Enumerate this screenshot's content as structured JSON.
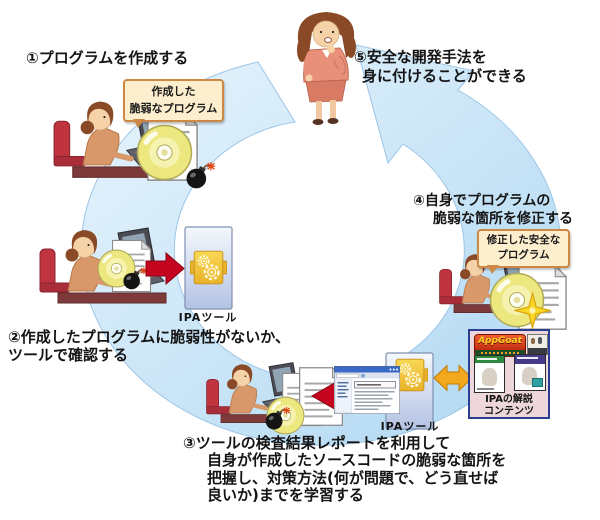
{
  "steps": {
    "s1": {
      "label": "①プログラムを作成する"
    },
    "s2": {
      "line1": "②作成したプログラムに脆弱性がないか、",
      "line2": "ツールで確認する"
    },
    "s3": {
      "line1": "③ツールの検査結果レポートを利用して",
      "line2": "自身が作成したソースコードの脆弱な箇所を",
      "line3": "把握し、対策方法(何が問題で、どう直せば",
      "line4": "良いか)までを学習する"
    },
    "s4": {
      "line1": "④自身でプログラムの",
      "line2": "脆弱な箇所を修正する"
    },
    "s5": {
      "line1": "⑤安全な開発手法を",
      "line2": "身に付けることができる"
    }
  },
  "bubbles": {
    "created": {
      "line1": "作成した",
      "line2": "脆弱なプログラム"
    },
    "fixed": {
      "line1": "修正した安全な",
      "line2": "プログラム"
    }
  },
  "tools": {
    "left_label": "IPAツール",
    "bottom_label": "IPAツール"
  },
  "appgoat": {
    "logo": "AppGoat",
    "caption_line1": "IPAの解説",
    "caption_line2": "コンテンツ"
  },
  "colors": {
    "cycle_band": "#bfdff4",
    "red_arrow": "#c5051f",
    "yellow_arrow": "#f3a81d",
    "bubble_bg": "#fdeecd",
    "bubble_border": "#cc8844",
    "tool_box": "#c3d0ea",
    "tool_gear_machine": "#f2c23a",
    "appgoat_bg": "#edd7da",
    "appgoat_red": "#c02010"
  }
}
